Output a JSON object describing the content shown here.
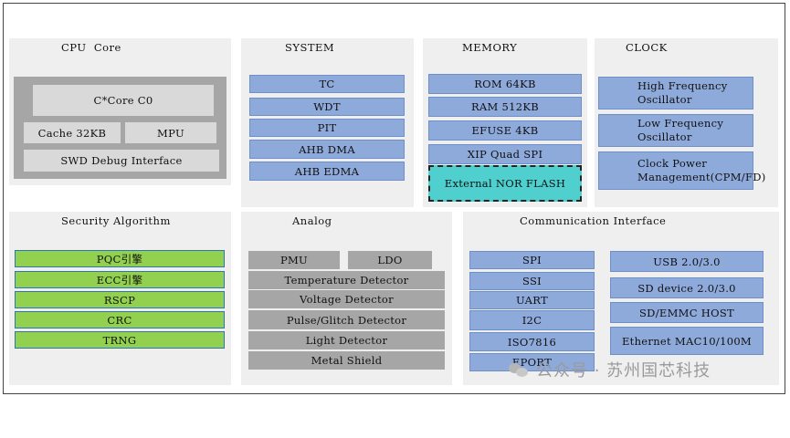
{
  "cpu_core": {
    "title": "CPU  Core",
    "core": "C*Core C0",
    "cache": "Cache 32KB",
    "mpu": "MPU",
    "swd": "SWD Debug Interface"
  },
  "system": {
    "title": "SYSTEM",
    "items": [
      "TC",
      "WDT",
      "PIT",
      "AHB DMA",
      "AHB EDMA"
    ]
  },
  "memory": {
    "title": "MEMORY",
    "items": [
      "ROM 64KB",
      "RAM 512KB",
      "EFUSE 4KB",
      "XIP Quad SPI"
    ],
    "external": "External NOR FLASH"
  },
  "clock": {
    "title": "CLOCK",
    "items": [
      "High Frequency\nOscillator",
      "Low Frequency\nOscillator",
      "Clock Power\nManagement(CPM/FD)"
    ]
  },
  "security": {
    "title": "Security Algorithm",
    "items": [
      "PQC引擎",
      "ECC引擎",
      "RSCP",
      "CRC",
      "TRNG"
    ]
  },
  "analog": {
    "title": "Analog",
    "pmu": "PMU",
    "ldo": "LDO",
    "items": [
      "Temperature Detector",
      "Voltage Detector",
      "Pulse/Glitch Detector",
      "Light Detector",
      "Metal Shield"
    ]
  },
  "comm": {
    "title": "Communication Interface",
    "left_items": [
      "SPI",
      "SSI",
      "UART",
      "I2C",
      "ISO7816",
      "EPORT"
    ],
    "right_items": [
      "USB 2.0/3.0",
      "SD device 2.0/3.0",
      "SD/EMMC HOST",
      "Ethernet MAC10/100M"
    ]
  },
  "watermark": {
    "text": "公众号 · 苏州国芯科技",
    "icon": "wechat-icon"
  },
  "colors": {
    "panel": "#efefef",
    "blue_block": "#8eaadb",
    "green_block": "#92d050",
    "gray_block": "#a6a6a6",
    "teal_block": "#4fd0cf"
  }
}
